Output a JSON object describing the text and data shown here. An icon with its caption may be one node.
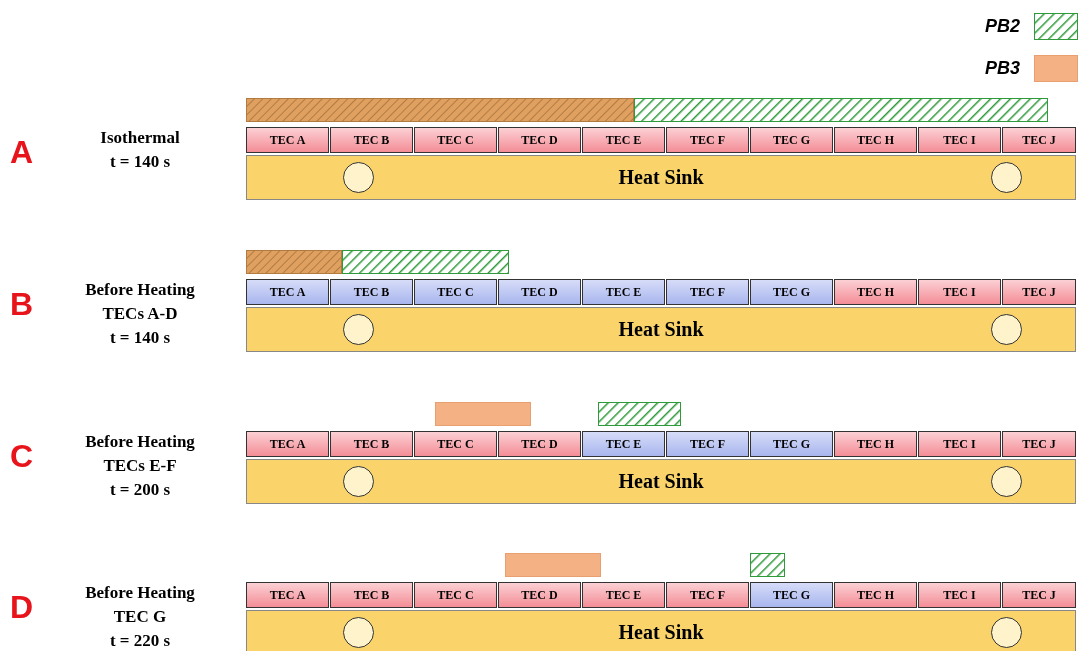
{
  "diagram": {
    "nodes": [
      {
        "text": [
          "TEC A"
        ]
      },
      {
        "text": [
          "TEC B"
        ]
      },
      {
        "text": [
          "TEC C"
        ]
      },
      {
        "text": [
          "TEC D"
        ]
      },
      {
        "text": [
          "TEC E"
        ]
      },
      {
        "text": [
          "TEC F"
        ]
      },
      {
        "text": [
          "TEC G"
        ]
      },
      {
        "text": [
          "TEC H"
        ]
      },
      {
        "text": [
          "TEC I"
        ]
      },
      {
        "text": [
          "TEC J"
        ]
      },
      {
        "text": [
          "Heat Sink"
        ]
      },
      {
        "text": [
          "TEC A"
        ]
      },
      {
        "text": [
          "TEC B"
        ]
      },
      {
        "text": [
          "TEC C"
        ]
      },
      {
        "text": [
          "TEC D"
        ]
      },
      {
        "text": [
          "TEC E"
        ]
      },
      {
        "text": [
          "TEC F"
        ]
      },
      {
        "text": [
          "TEC G"
        ]
      },
      {
        "text": [
          "TEC H"
        ]
      },
      {
        "text": [
          "TEC I"
        ]
      },
      {
        "text": [
          "TEC J"
        ]
      },
      {
        "text": [
          "Heat Sink"
        ]
      },
      {
        "text": [
          "TEC A"
        ]
      },
      {
        "text": [
          "TEC B"
        ]
      },
      {
        "text": [
          "TEC C"
        ]
      },
      {
        "text": [
          "TEC D"
        ]
      },
      {
        "text": [
          "TEC E"
        ]
      },
      {
        "text": [
          "TEC F"
        ]
      },
      {
        "text": [
          "TEC G"
        ]
      },
      {
        "text": [
          "TEC H"
        ]
      },
      {
        "text": [
          "TEC I"
        ]
      },
      {
        "text": [
          "TEC J"
        ]
      },
      {
        "text": [
          "Heat Sink"
        ]
      },
      {
        "text": [
          "TEC A"
        ]
      },
      {
        "text": [
          "TEC B"
        ]
      },
      {
        "text": [
          "TEC C"
        ]
      },
      {
        "text": [
          "TEC D"
        ]
      },
      {
        "text": [
          "TEC E"
        ]
      },
      {
        "text": [
          "TEC F"
        ]
      },
      {
        "text": [
          "TEC G"
        ]
      },
      {
        "text": [
          "TEC H"
        ]
      },
      {
        "text": [
          "TEC I"
        ]
      },
      {
        "text": [
          "TEC J"
        ]
      },
      {
        "text": [
          "Heat Sink"
        ]
      },
      {
        "text": [],
        "shape": "bar"
      },
      {
        "text": [],
        "shape": "bar"
      },
      {
        "text": [],
        "shape": "bar"
      },
      {
        "text": [],
        "shape": "bar"
      },
      {
        "text": [],
        "shape": "bar"
      },
      {
        "text": [],
        "shape": "bar"
      },
      {
        "text": [],
        "shape": "bar"
      },
      {
        "text": [],
        "shape": "bar"
      }
    ],
    "labels": [
      "A",
      "Isothermal t = 140 s",
      "B",
      "Before Heating TECs A-D t = 140 s",
      "C",
      "Before Heating TECs E-F t = 200 s",
      "D",
      "Before Heating TEC G t = 220 s"
    ],
    "legend": [
      {
        "text": "PB2"
      },
      {
        "text": "PB3",
        "color": "#f4b183"
      }
    ]
  }
}
